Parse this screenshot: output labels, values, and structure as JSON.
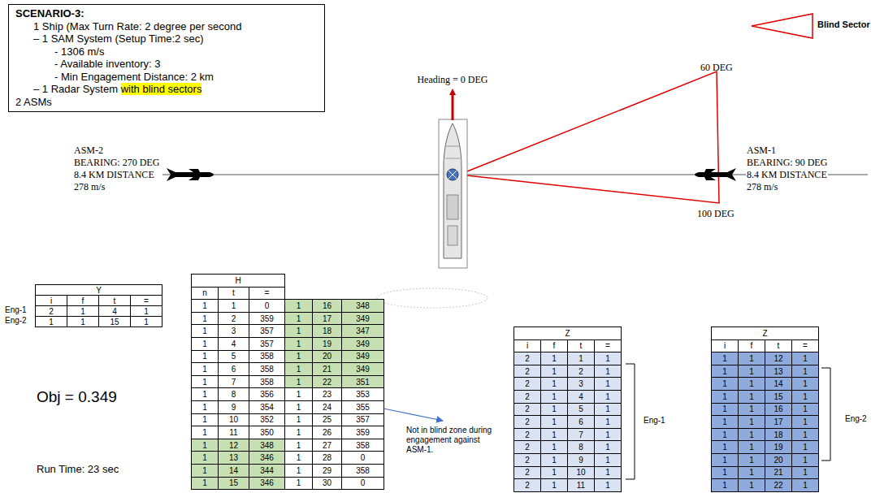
{
  "diagram": {
    "nodes": [
      {
        "text": [
          "SCENARIO-3:",
          "1 Ship (Max Turn Rate: 2 degree per second",
          "– 1 SAM System (Setup Time:2 sec)",
          "- 1306 m/s",
          "- Available inventory: 3",
          "- Min Engagement Distance: 2 km",
          "– 1 Radar System",
          "with blind sectors",
          "2 ASMs"
        ]
      }
    ],
    "labels": [
      "Heading = 0 DEG",
      "60 DEG",
      "100 DEG",
      "ASM-2",
      "BEARING: 270 DEG",
      "8.4 KM DISTANCE",
      "278 m/s",
      "ASM-1",
      "BEARING: 90 DEG",
      "8.4 KM DISTANCE",
      "278 m/s",
      "Y",
      "i",
      "f",
      "t",
      "=",
      "2",
      "1",
      "4",
      "1",
      "1",
      "1",
      "15",
      "1",
      "Eng-1",
      "Eng-2",
      "H",
      "n",
      "t",
      "=",
      "1",
      "1",
      "0",
      "1",
      "16",
      "348",
      "1",
      "2",
      "359",
      "1",
      "17",
      "349",
      "1",
      "3",
      "357",
      "1",
      "18",
      "347",
      "1",
      "4",
      "357",
      "1",
      "19",
      "349",
      "1",
      "5",
      "358",
      "1",
      "20",
      "349",
      "1",
      "6",
      "358",
      "1",
      "21",
      "349",
      "1",
      "7",
      "358",
      "1",
      "22",
      "351",
      "1",
      "8",
      "356",
      "1",
      "23",
      "353",
      "1",
      "9",
      "354",
      "1",
      "24",
      "355",
      "1",
      "10",
      "352",
      "1",
      "25",
      "357",
      "1",
      "11",
      "350",
      "1",
      "26",
      "359",
      "1",
      "12",
      "348",
      "1",
      "27",
      "358",
      "1",
      "13",
      "346",
      "1",
      "28",
      "0",
      "1",
      "14",
      "344",
      "1",
      "29",
      "358",
      "1",
      "15",
      "346",
      "1",
      "30",
      "0",
      "Not in blind zone during engagement against ASM-1.",
      "Z",
      "i",
      "f",
      "t",
      "=",
      "2",
      "1",
      "1",
      "1",
      "2",
      "1",
      "2",
      "1",
      "2",
      "1",
      "3",
      "1",
      "2",
      "1",
      "4",
      "1",
      "2",
      "1",
      "5",
      "1",
      "2",
      "1",
      "6",
      "1",
      "2",
      "1",
      "7",
      "1",
      "2",
      "1",
      "8",
      "1",
      "2",
      "1",
      "9",
      "1",
      "2",
      "1",
      "10",
      "1",
      "2",
      "1",
      "11",
      "1",
      "Z",
      "i",
      "f",
      "t",
      "=",
      "1",
      "1",
      "12",
      "1",
      "1",
      "1",
      "13",
      "1",
      "1",
      "1",
      "14",
      "1",
      "1",
      "1",
      "15",
      "1",
      "1",
      "1",
      "16",
      "1",
      "1",
      "1",
      "17",
      "1",
      "1",
      "1",
      "18",
      "1",
      "1",
      "1",
      "19",
      "1",
      "1",
      "1",
      "20",
      "1",
      "1",
      "1",
      "21",
      "1",
      "1",
      "1",
      "22",
      "1",
      "Eng-1",
      "Eng-2",
      "Obj = 0.349",
      "Run Time: 23 sec"
    ],
    "legend": [
      {
        "text": "Blind Sector"
      }
    ]
  }
}
